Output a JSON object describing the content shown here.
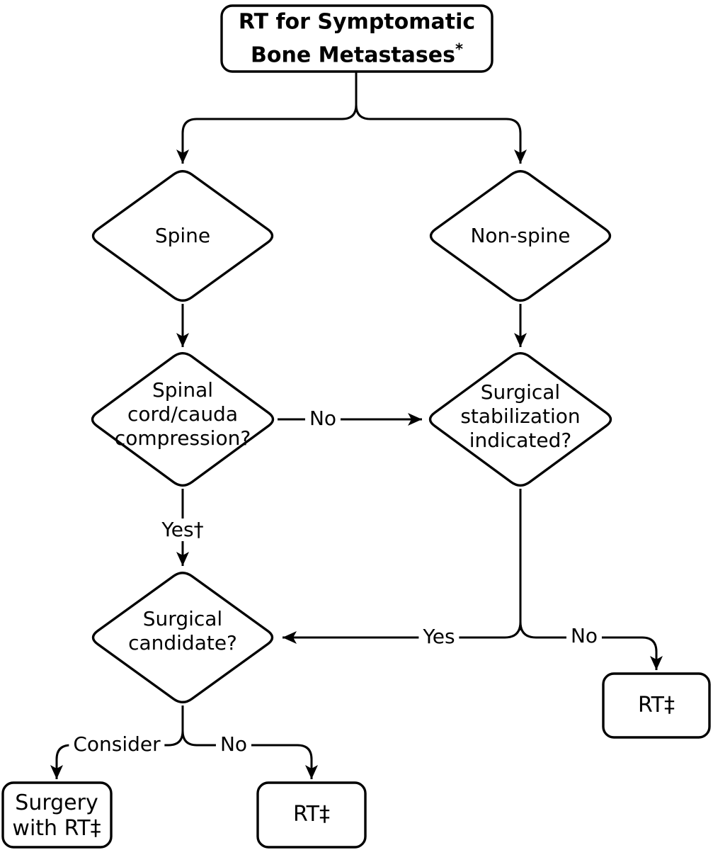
{
  "colors": {
    "line": "#000000",
    "background": "#ffffff",
    "text": "#000000"
  },
  "title": {
    "lines": [
      "RT for Symptomatic",
      "Bone Metastases"
    ],
    "superscript": "*"
  },
  "nodes": {
    "spine": {
      "lines": [
        "Spine"
      ]
    },
    "non_spine": {
      "lines": [
        "Non-spine"
      ]
    },
    "compression": {
      "lines": [
        "Spinal",
        "cord/cauda",
        "compression?"
      ]
    },
    "stabilization": {
      "lines": [
        "Surgical",
        "stabilization",
        "indicated?"
      ]
    },
    "candidate": {
      "lines": [
        "Surgical",
        "candidate?"
      ]
    },
    "rt_after_stabilization": {
      "lines": [
        "RT‡"
      ]
    },
    "surgery_with_rt": {
      "lines": [
        "Surgery",
        "with RT‡"
      ]
    },
    "rt_after_candidate": {
      "lines": [
        "RT‡"
      ]
    }
  },
  "edge_labels": {
    "compression_no": "No",
    "compression_yes": "Yes†",
    "stabilization_yes": "Yes",
    "stabilization_no": "No",
    "candidate_consider": "Consider",
    "candidate_no": "No"
  }
}
